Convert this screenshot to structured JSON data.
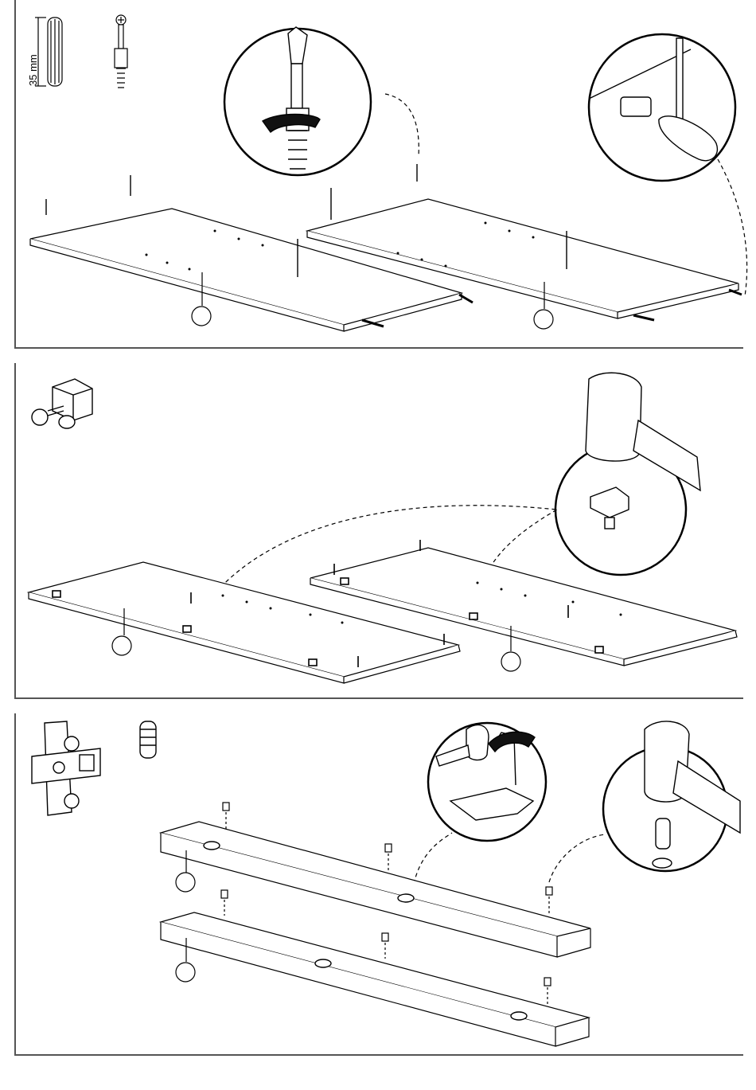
{
  "steps": [
    {
      "id": "step-a",
      "parts": [
        "wooden-dowel",
        "cam-bolt"
      ],
      "dowel_length_label": "35 mm",
      "tools": [
        "screwdriver-icon",
        "mallet-icon"
      ]
    },
    {
      "id": "step-b",
      "parts": [
        "cam-lock-connector"
      ],
      "tools": [
        "mallet-icon"
      ]
    },
    {
      "id": "step-c",
      "parts": [
        "hinge-mounting-plate",
        "plastic-dowel-insert"
      ],
      "tools": [
        "mallet-icon",
        "screwdriver-icon"
      ]
    }
  ],
  "colors": {
    "line": "#000000",
    "frame": "#555555",
    "background": "#ffffff"
  }
}
